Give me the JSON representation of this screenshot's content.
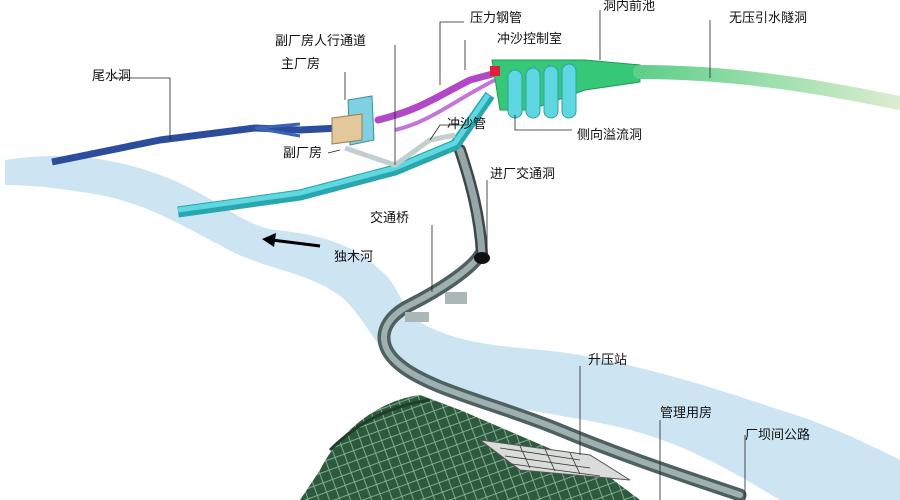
{
  "labels": {
    "pressure_steel_pipe": "压力钢管",
    "forebay": "洞内前池",
    "free_flow_tunnel": "无压引水隧洞",
    "aux_house_passage": "副厂房人行通道",
    "flush_control_room": "冲沙控制室",
    "main_powerhouse": "主厂房",
    "tailwater_tunnel": "尾水洞",
    "flush_pipe": "冲沙管",
    "side_spillway_tunnel": "侧向溢流洞",
    "aux_powerhouse": "副厂房",
    "access_tunnel": "进厂交通洞",
    "traffic_bridge": "交通桥",
    "river": "独木河",
    "booster_station": "升压站",
    "management_house": "管理用房",
    "plant_dam_road": "厂坝间公路"
  },
  "colors": {
    "river": "#cde4f2",
    "tailwater": "#2b4d9c",
    "penstock": "#b048c8",
    "flush_pipe": "#3cc0c8",
    "forebay": "#36c878",
    "free_flow": "#a8d8a0",
    "road": "#6e8080",
    "hillside": "#2e5a40"
  },
  "icons": {
    "flow_arrow": "left-arrow-icon"
  }
}
